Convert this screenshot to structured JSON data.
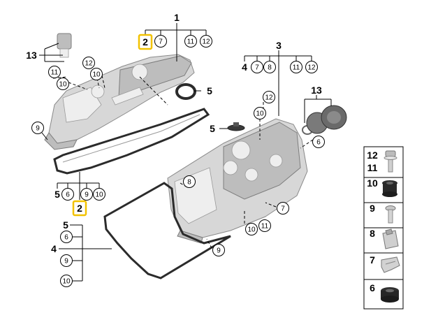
{
  "callouts": {
    "top_group_parent": "1",
    "top_group_children": [
      "2",
      "7",
      "11",
      "12"
    ],
    "right_group_parent": "3",
    "right_group_children": [
      "4",
      "7",
      "8",
      "11",
      "12"
    ],
    "left_top_13": "13",
    "right_top_13": "13",
    "left_11": "11",
    "left_10": "10",
    "left_12": "12",
    "left_10b": "10",
    "left_9": "9",
    "seal_5_top": "5",
    "mid_12": "12",
    "mid_10": "10",
    "mid_5": "5",
    "mid_6": "6",
    "mid_8": "8",
    "mid_7": "7",
    "mid_10b": "10",
    "mid_11": "11",
    "mid_9": "9",
    "gasket_group_children": [
      "5",
      "6",
      "9",
      "10"
    ],
    "gasket_group_parent": "2",
    "lower_left_items": [
      "5",
      "6",
      "4",
      "9",
      "10"
    ]
  },
  "side_panel": {
    "rows": [
      {
        "numbers": [
          "12",
          "11"
        ],
        "icon": "bolt-with-washer-icon"
      },
      {
        "numbers": [
          "10"
        ],
        "icon": "rubber-grommet-icon"
      },
      {
        "numbers": [
          "9"
        ],
        "icon": "small-screw-icon"
      },
      {
        "numbers": [
          "8"
        ],
        "icon": "bracket-clip-icon"
      },
      {
        "numbers": [
          "7"
        ],
        "icon": "spring-clip-icon"
      },
      {
        "numbers": [
          "6"
        ],
        "icon": "seal-ring-icon"
      }
    ]
  },
  "colors": {
    "highlight": "#f2c200",
    "part_fill": "#d7d7d7",
    "gasket": "#2b2b2b"
  }
}
